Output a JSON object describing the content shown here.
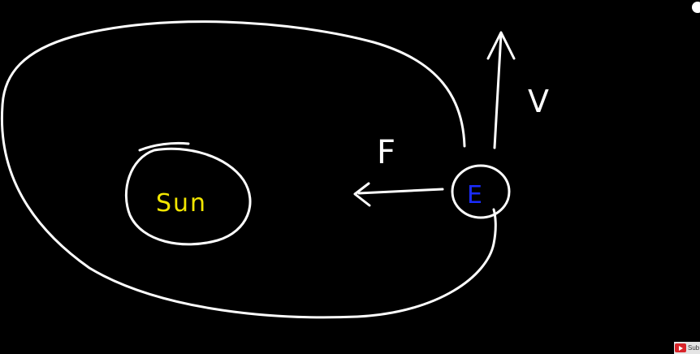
{
  "diagram": {
    "sun_label": "Sun",
    "earth_label": "E",
    "force_label": "F",
    "velocity_label": "V"
  },
  "colors": {
    "background": "#000000",
    "chalk": "#ffffff",
    "sun_text": "#f2e600",
    "earth_text": "#1a2cff"
  },
  "overlay": {
    "subscribe_label": "Sub"
  }
}
